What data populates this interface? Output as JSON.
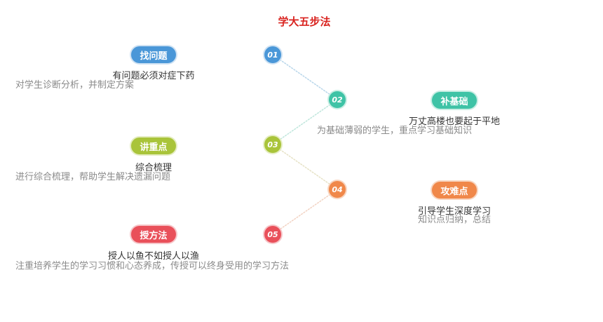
{
  "title": "学大五步法",
  "colors": {
    "step1": "#4a97d8",
    "step2": "#3fc3a6",
    "step3": "#a9c43a",
    "step4": "#f0884a",
    "step5": "#e9505a",
    "title": "#d9231f"
  },
  "steps": [
    {
      "number": "01",
      "label": "找问题",
      "subtitle": "有问题必须对症下药",
      "description": "对学生诊断分析，并制定方案"
    },
    {
      "number": "02",
      "label": "补基础",
      "subtitle": "万丈高楼也要起于平地",
      "description": "为基础薄弱的学生，重点学习基础知识"
    },
    {
      "number": "03",
      "label": "讲重点",
      "subtitle": "综合梳理",
      "description": "进行综合梳理，帮助学生解决遗漏问题"
    },
    {
      "number": "04",
      "label": "攻难点",
      "subtitle": "引导学生深度学习",
      "description": "知识点归纳，总结"
    },
    {
      "number": "05",
      "label": "授方法",
      "subtitle": "授人以鱼不如授人以渔",
      "description": "注重培养学生的学习习惯和心态养成，传授可以终身受用的学习方法"
    }
  ]
}
